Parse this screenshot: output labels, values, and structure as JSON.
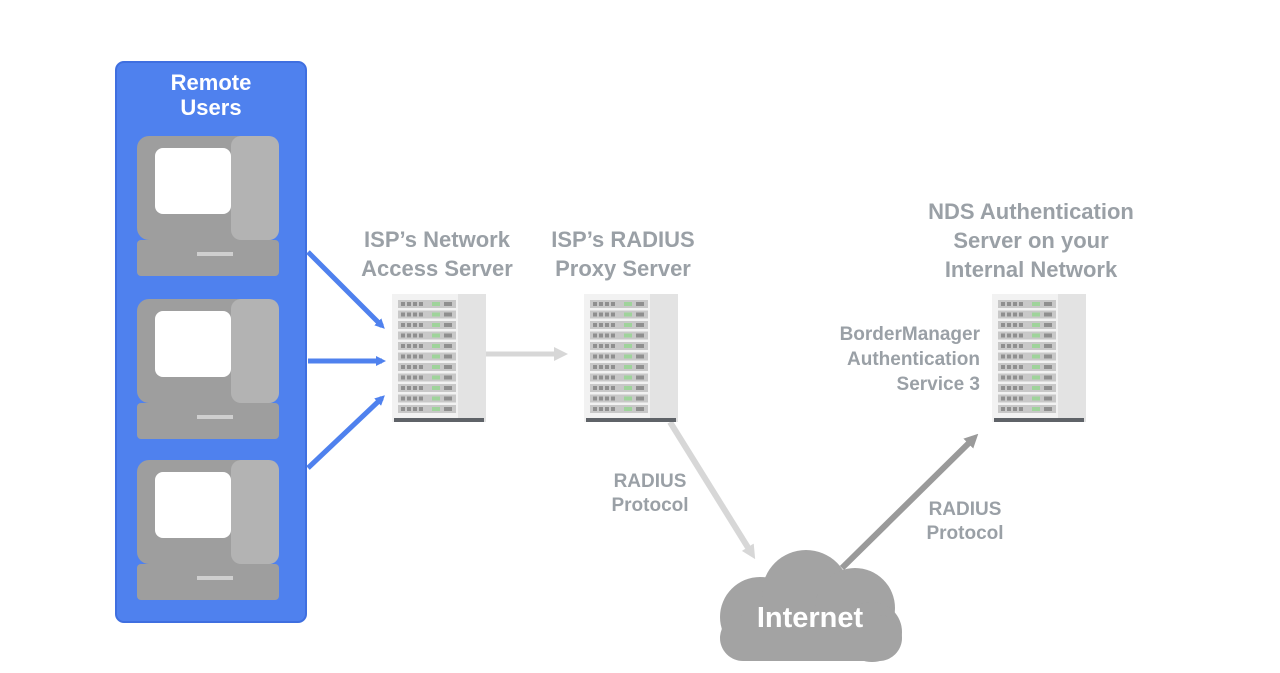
{
  "colors": {
    "panel": "#4f81ee",
    "panel_border": "#3f6fe0",
    "user_arrow": "#4f81ee",
    "light_arrow": "#d7d7d7",
    "dark_arrow": "#9a9a9a",
    "label_gray": "#9aa0a6",
    "cloud": "#a3a3a3"
  },
  "remote_users": {
    "title_lines": [
      "Remote",
      "Users"
    ],
    "computers": [
      "computer-icon",
      "computer-icon",
      "computer-icon"
    ]
  },
  "nas": {
    "label_lines": [
      "ISP’s Network",
      "Access Server"
    ],
    "icon": "server-rack-icon"
  },
  "proxy": {
    "label_lines": [
      "ISP’s RADIUS",
      "Proxy Server"
    ],
    "icon": "server-rack-icon"
  },
  "nds": {
    "label_lines": [
      "NDS Authentication",
      "Server on your",
      "Internal Network"
    ],
    "icon": "server-rack-icon",
    "service_lines": [
      "BorderManager",
      "Authentication",
      "Service 3"
    ]
  },
  "internet": {
    "label": "Internet",
    "icon": "cloud-icon"
  },
  "radius_left": {
    "lines": [
      "RADIUS",
      "Protocol"
    ]
  },
  "radius_right": {
    "lines": [
      "RADIUS",
      "Protocol"
    ]
  }
}
